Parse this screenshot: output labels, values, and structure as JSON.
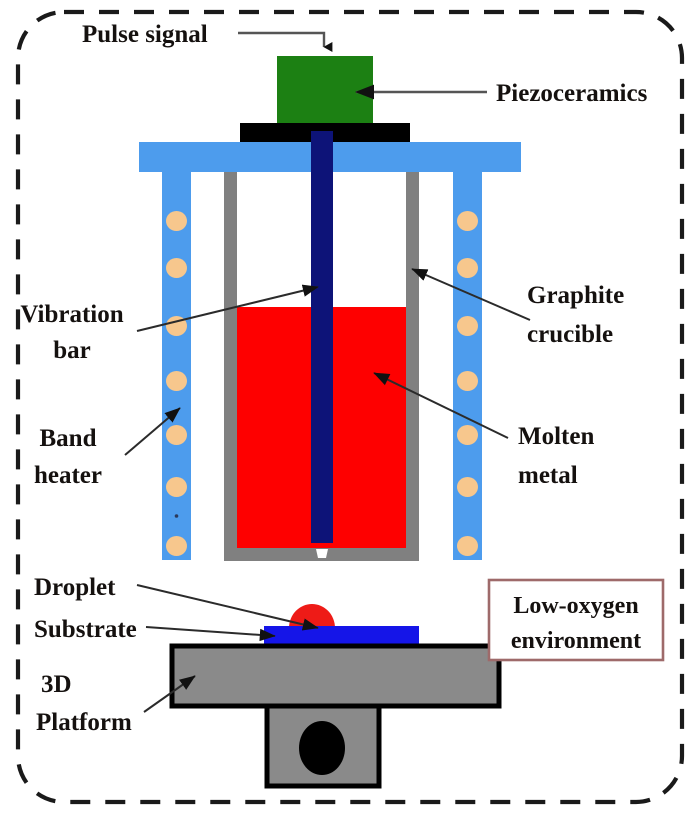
{
  "figure": {
    "title": "Schematic of piezoelectric droplet-on-demand metal jetting apparatus",
    "background_color": "#ffffff",
    "enclosure": {
      "name": "low-oxygen chamber boundary",
      "style": "dashed rounded rectangle",
      "color": "#1a1a1a"
    }
  },
  "labels": {
    "pulse_signal": "Pulse signal",
    "piezoceramics": "Piezoceramics",
    "vibration_bar_line1": "Vibration",
    "vibration_bar_line2": "bar",
    "graphite_crucible_line1": "Graphite",
    "graphite_crucible_line2": "crucible",
    "band_heater_line1": "Band",
    "band_heater_line2": "heater",
    "molten_metal_line1": "Molten",
    "molten_metal_line2": "metal",
    "droplet": "Droplet",
    "substrate": "Substrate",
    "platform_line1": "3D",
    "platform_line2": "Platform",
    "environment_line1": "Low-oxygen",
    "environment_line2": "environment"
  },
  "colors": {
    "piezoceramics": "#1c8013",
    "electrode_plate": "#000000",
    "vibration_bar": "#0d1378",
    "band_heater": "#4d9ced",
    "heater_element_dot": "#f7c78d",
    "graphite_crucible": "#808080",
    "molten_metal": "#fe0000",
    "droplet": "#ee1b17",
    "substrate": "#1515e8",
    "platform": "#8a8a8a",
    "platform_outline": "#000000",
    "platform_hole": "#000000",
    "environment_box_border": "#9e6a6a",
    "leader_line": "#2b2b2b",
    "enclosure_dash": "#1a1a1a"
  },
  "components": {
    "piezoceramics_block": "green actuator block",
    "electrode_plate": "black electrode plate",
    "vibration_bar": "dark blue vertical rod",
    "lid": "light blue heater lid",
    "band_heater_left": "left band heater column",
    "band_heater_right": "right band heater column",
    "heater_dot_count_per_column": 8,
    "crucible_wall_left": "left graphite wall",
    "crucible_wall_right": "right graphite wall",
    "crucible_bottom": "graphite crucible base with nozzle orifice",
    "nozzle": "orifice at crucible base",
    "melt_pool": "red molten metal region",
    "droplet": "red hemispherical droplet",
    "substrate": "blue substrate plate",
    "platform_top": "gray platform table",
    "platform_stem": "gray platform column",
    "platform_hole": "black ellipse in platform column"
  }
}
